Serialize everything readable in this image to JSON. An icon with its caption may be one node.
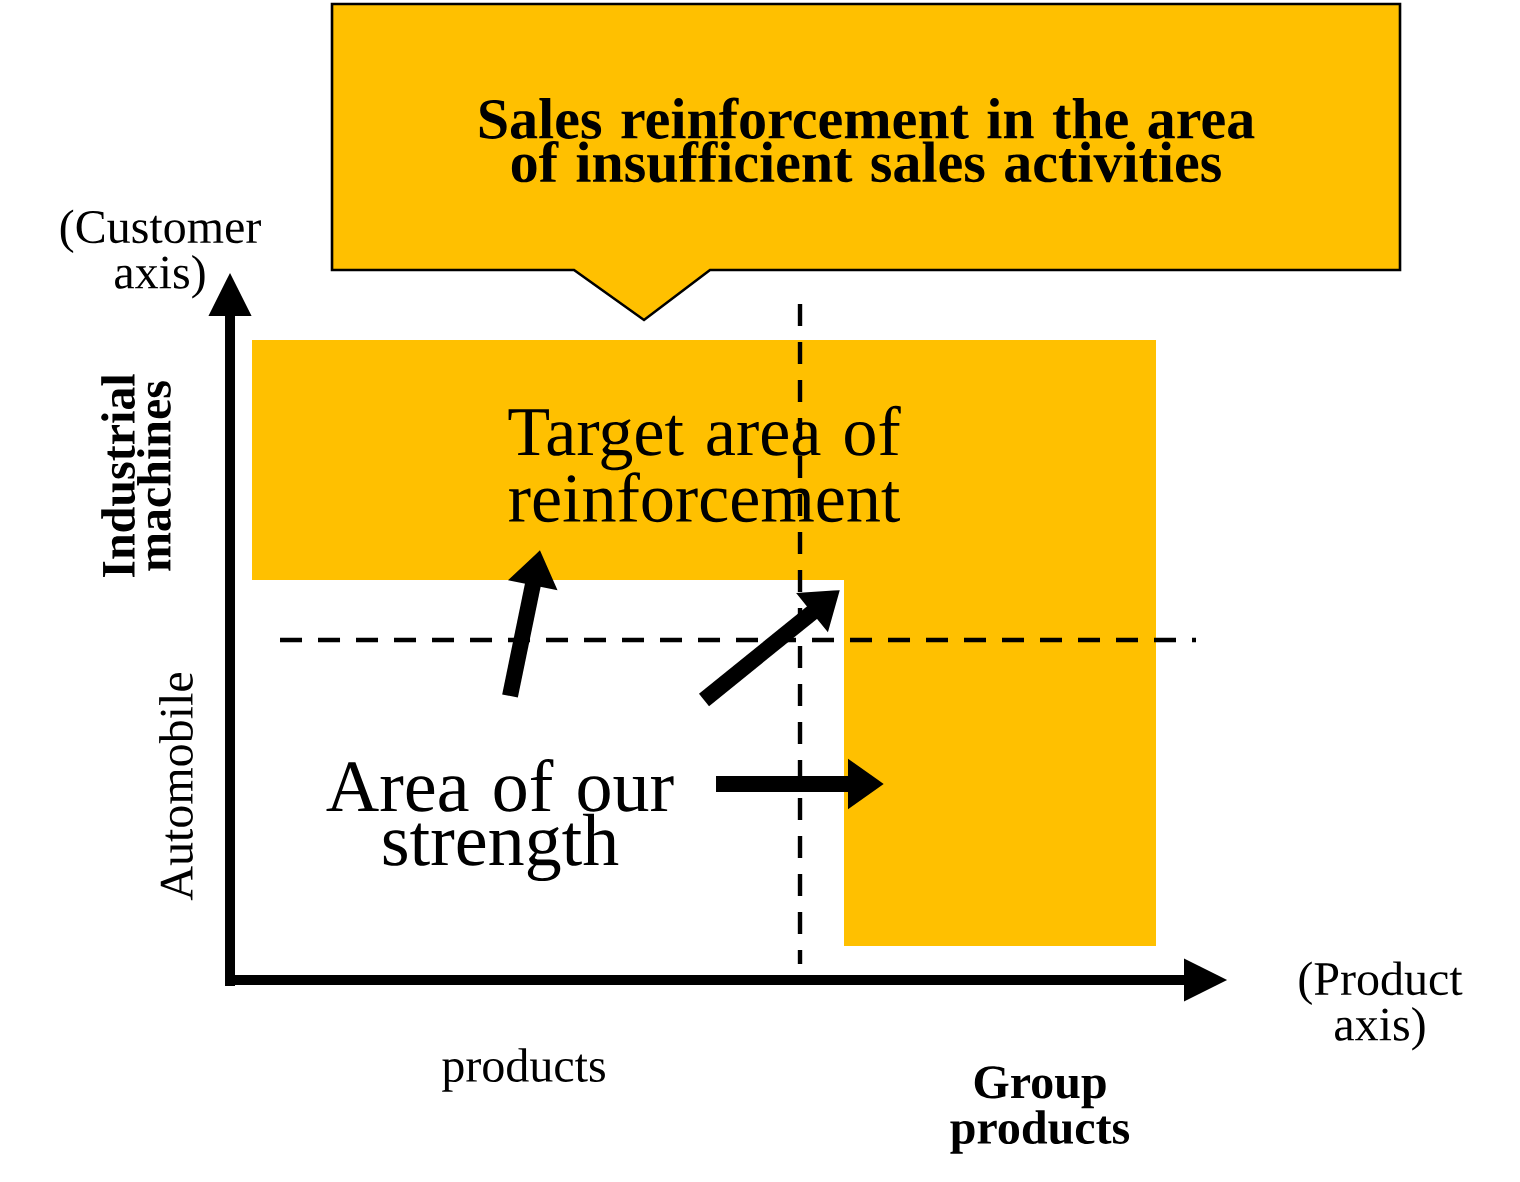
{
  "diagram": {
    "nodes": [
      {
        "text": [
          "Sales reinforcement in the area of insufficient sales activities"
        ]
      },
      {
        "text": [
          "Target area of reinforcement"
        ]
      },
      {
        "text": [
          "Area of our strength"
        ]
      }
    ],
    "edges": [
      {
        "from": 2,
        "to": 1,
        "arrow": "to"
      },
      {
        "from": 2,
        "to": 1,
        "arrow": "to"
      },
      {
        "from": 2,
        "to": 1,
        "arrow": "to"
      }
    ],
    "labels": [
      "(Customer axis)",
      "Industrial machines",
      "Automobile",
      "(Product axis)",
      "products",
      "Group products"
    ]
  }
}
